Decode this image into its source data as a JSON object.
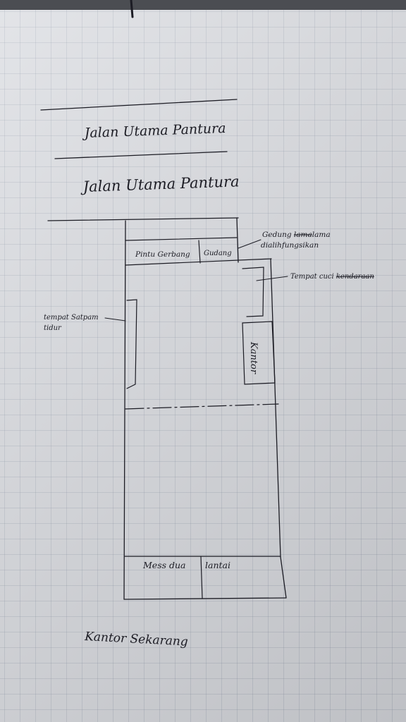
{
  "roads": {
    "top": "Jalan Utama Pantura",
    "bottom": "Jalan Utama Pantura"
  },
  "rooms": {
    "pintu_gerbang": "Pintu Gerbang",
    "gudang": "Gudang",
    "kantor": "Kantor",
    "mess_left": "Mess dua",
    "mess_right": "lantai"
  },
  "notes": {
    "gedung_line1_a": "Gedung",
    "gedung_line1_struck": "lama",
    "gedung_line1_b": "lama",
    "gedung_line2": "dialihfungsikan",
    "cuci_a": "Tempat cuci",
    "cuci_struck": "kendaraan",
    "satpam_line1": "tempat Satpam",
    "satpam_line2": "tidur"
  },
  "caption": "Kantor Sekarang"
}
